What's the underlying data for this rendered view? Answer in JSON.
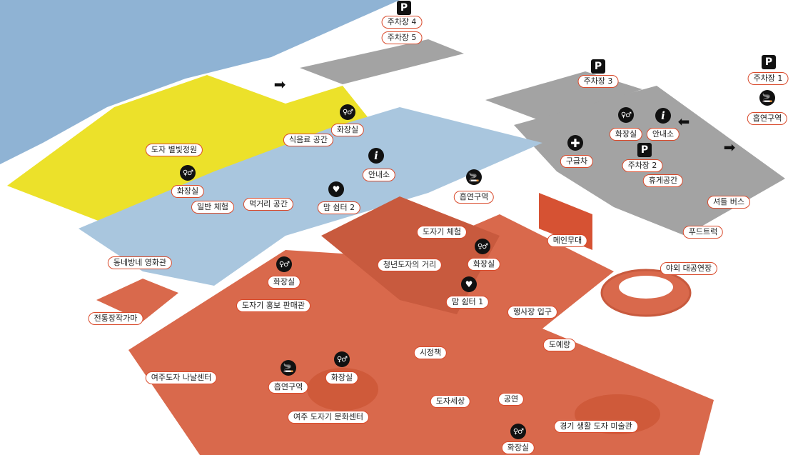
{
  "colors": {
    "water": "#8fb3d4",
    "garden": "#ece12a",
    "plaza": "#d9694c",
    "plaza_dark": "#c85a3e",
    "path": "#a9c6de",
    "parking": "#a3a3a3",
    "road": "#8e8e8e",
    "label_border": "#d94a2b"
  },
  "icons": {
    "parking_symbol": "P",
    "info_symbol": "i",
    "firstaid_symbol": "✚",
    "restroom_symbol": "♀♂",
    "smoking_symbol": "🚬",
    "nursing_symbol": "♥",
    "arrow_right": "➡",
    "arrow_left": "⬅"
  },
  "labels": {
    "parking_4": "주차장 4",
    "parking_5": "주차장 5",
    "parking_3": "주차장 3",
    "parking_2": "주차장 2",
    "parking_1": "주차장 1",
    "smoking_area_top_right": "흡연구역",
    "smoking_area_center": "흡연구역",
    "smoking_area_bottom": "흡연구역",
    "restroom_1": "화장실",
    "restroom_2": "화장실",
    "restroom_3": "화장실",
    "restroom_4": "화장실",
    "restroom_5": "화장실",
    "restroom_6": "화장실",
    "restroom_7": "화장실",
    "info_center_1": "안내소",
    "info_center_2": "안내소",
    "ambulance": "구급차",
    "rest_area": "휴게공간",
    "shuttle_bus": "셔틀 버스",
    "food_truck": "푸드트럭",
    "main_stage": "메인무대",
    "outdoor_stage": "야외 대공연장",
    "pottery_garden": "도자 별빛정원",
    "beverage_space": "식음료 공간",
    "general_experience": "일반 체험",
    "food_street": "먹거리 공간",
    "mom_shelter_2": "맘 쉼터 2",
    "mom_shelter_1": "맘 쉼터 1",
    "pottery_experience": "도자기 체험",
    "young_potter_street": "청년도자의 거리",
    "neighborhood_cinema": "동네방네 영화관",
    "traditional_kiln": "전통장작가마",
    "pottery_promo_hall": "도자기 홍보 판매관",
    "event_entrance": "행사장 입구",
    "tasting_booth": "시정책",
    "doyerang": "도예랑",
    "yeoju_sharing_center": "여주도자 나날센터",
    "yeoju_culture_center": "여주 도자기 문화센터",
    "pottery_world": "도자세상",
    "performance": "공연",
    "gyeonggi_museum": "경기 생활 도자 미술관"
  }
}
